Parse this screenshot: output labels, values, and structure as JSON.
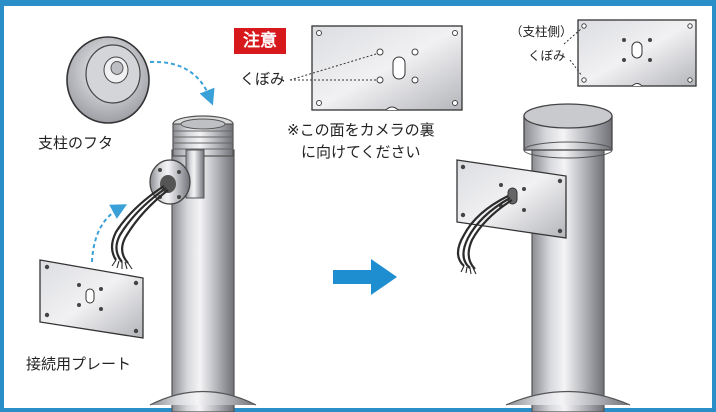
{
  "caution_label": "注意",
  "labels": {
    "post_cap": "支柱のフタ",
    "connection_plate": "接続用プレート",
    "recess_main": "くぼみ",
    "post_side": "（支柱側）",
    "recess_small": "くぼみ"
  },
  "note_lines": [
    "※この面をカメラの裏",
    "に向けてください"
  ],
  "icons": {
    "arrow": "right-arrow-icon",
    "cap": "post-cap-icon",
    "plate": "connection-plate-icon",
    "post": "pole-icon"
  },
  "colors": {
    "frame": "#2a8fc9",
    "caution_bg": "#d7191e",
    "arrow": "#1f8ed0",
    "dashed_arrow": "#3aa0d8"
  }
}
